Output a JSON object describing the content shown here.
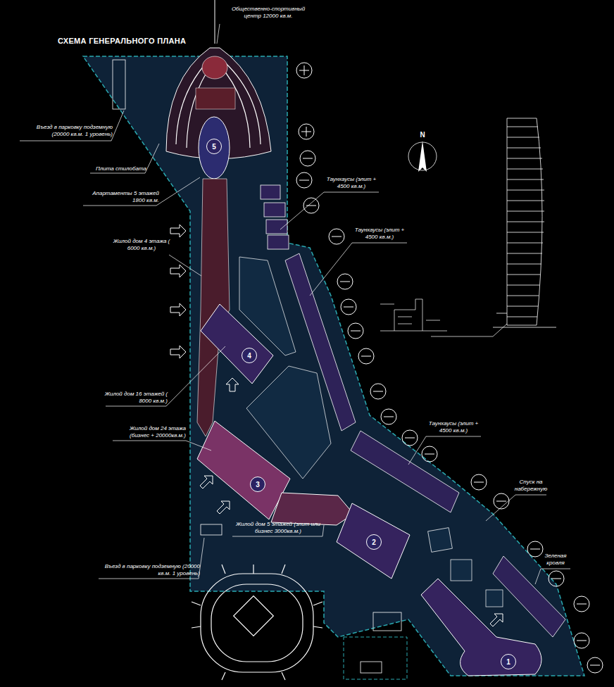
{
  "diagram": {
    "title": "СХЕМА ГЕНЕРАЛЬНОГО ПЛАНА",
    "nodes": [
      {
        "text": [
          "5"
        ]
      },
      {
        "text": [
          "4"
        ]
      },
      {
        "text": [
          "3"
        ]
      },
      {
        "text": [
          "2"
        ]
      },
      {
        "text": [
          "1"
        ]
      }
    ],
    "labels": [
      "Общественно-спортивный центр 12000 кв.м.",
      "Въезд в парковку подземную (20000 кв.м. 1 уровень)",
      "Плита стилобата",
      "Апартаменты 5 этажей 1800 кв.м.",
      "Жилой дом 4 этажа ( 6000 кв.м.)",
      "Жилой дом 16 этажей ( 8000 кв.м.)",
      "Жилой дом 24 этажа (бизнес + 20000кв.м.)",
      "Въезд в парковку подземную (20000 кв.м. 1 уровень)",
      "Жилой дом 5 этажей (элит или бизнес 3000кв.м.)",
      "Таунхаусы (элит + 4500 кв.м.)",
      "Таунхаусы (элит + 4500 кв.м.)",
      "Таунхаусы (элит + 4500 кв.м.)",
      "Спуск на набережную",
      "Зеленая кровля",
      "N"
    ]
  }
}
